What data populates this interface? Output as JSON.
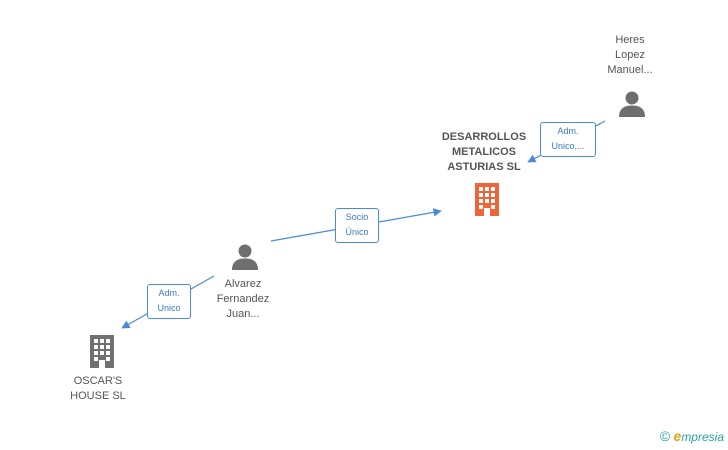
{
  "nodes": {
    "heres": {
      "label": "Heres\nLopez\nManuel..."
    },
    "desarrollos": {
      "label": "DESARROLLOS\nMETALICOS\nASTURIAS SL"
    },
    "alvarez": {
      "label": "Alvarez\nFernandez\nJuan..."
    },
    "oscars": {
      "label": "OSCAR'S\nHOUSE SL"
    }
  },
  "edges": {
    "heres_to_desarrollos": {
      "label": "Adm.\nUnico,..."
    },
    "alvarez_to_desarrollos": {
      "label": "Socio\nÚnico"
    },
    "alvarez_to_oscars": {
      "label": "Adm.\nUnico"
    }
  },
  "footer": {
    "copyright_symbol": "©",
    "brand_initial": "e",
    "brand_rest": "mpresia"
  },
  "colors": {
    "edge": "#4a8ad6",
    "person_icon": "#6e6e6e",
    "main_company_icon": "#f0643c",
    "company_icon": "#707070"
  }
}
